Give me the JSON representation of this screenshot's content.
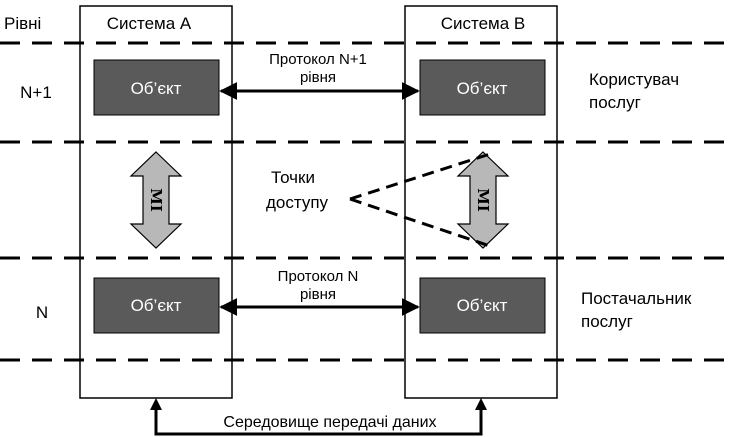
{
  "header": {
    "levels_label": "Рівні",
    "system_a": "Система А",
    "system_b": "Система В"
  },
  "levels": {
    "upper": "N+1",
    "lower": "N"
  },
  "objects": {
    "label": "Об’єкт"
  },
  "protocols": {
    "upper_line1": "Протокол N+1",
    "upper_line2": "рівня",
    "lower_line1": "Протокол N",
    "lower_line2": "рівня"
  },
  "roles": {
    "user_line1": "Користувач",
    "user_line2": "послуг",
    "provider_line1": "Постачальник",
    "provider_line2": "послуг"
  },
  "access_points": {
    "line1": "Точки",
    "line2": "доступу",
    "interface_label": "МІ"
  },
  "medium": {
    "label": "Середовище передачі даних"
  },
  "colors": {
    "object_fill": "#5a5a5a",
    "interface_arrow_fill": "#b8b8b8",
    "line": "#000000"
  }
}
